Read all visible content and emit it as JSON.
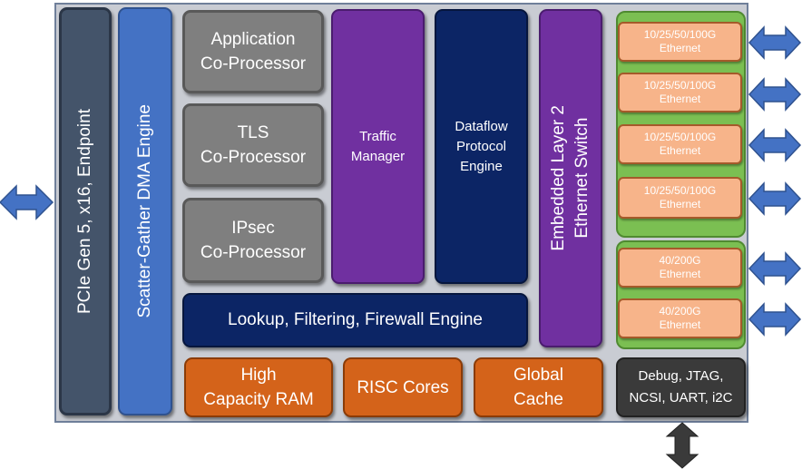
{
  "blocks": {
    "pcie": "PCIe Gen 5, x16, Endpoint",
    "dma": "Scatter-Gather DMA Engine",
    "app_coproc_line1": "Application",
    "app_coproc_line2": "Co-Processor",
    "tls_line1": "TLS",
    "tls_line2": "Co-Processor",
    "ipsec_line1": "IPsec",
    "ipsec_line2": "Co-Processor",
    "traffic_line1": "Traffic",
    "traffic_line2": "Manager",
    "dataflow_line1": "Dataflow",
    "dataflow_line2": "Protocol",
    "dataflow_line3": "Engine",
    "switch_line1": "Embedded Layer 2",
    "switch_line2": "Ethernet Switch",
    "lookup": "Lookup, Filtering, Firewall Engine",
    "ram_line1": "High",
    "ram_line2": "Capacity RAM",
    "risc": "RISC Cores",
    "cache_line1": "Global",
    "cache_line2": "Cache",
    "debug_line1": "Debug, JTAG,",
    "debug_line2": "NCSI, UART, i2C"
  },
  "ethernet_ports": [
    {
      "speed": "10/25/50/100G",
      "label": "Ethernet"
    },
    {
      "speed": "10/25/50/100G",
      "label": "Ethernet"
    },
    {
      "speed": "10/25/50/100G",
      "label": "Ethernet"
    },
    {
      "speed": "10/25/50/100G",
      "label": "Ethernet"
    },
    {
      "speed": "40/200G",
      "label": "Ethernet"
    },
    {
      "speed": "40/200G",
      "label": "Ethernet"
    }
  ],
  "colors": {
    "chip_background": "#c9ccd3",
    "pcie": "#44546a",
    "dma": "#4472c4",
    "coprocessor": "#7f7f7f",
    "traffic_manager": "#7030a0",
    "dataflow": "#0c2565",
    "lookup": "#0c2565",
    "memory_cores": "#d4631a",
    "debug": "#3a3a3a",
    "ethernet_port": "#f7b48a",
    "port_group": "#7bbf52",
    "arrow": "#4472c4",
    "debug_arrow": "#3a3a3a"
  }
}
